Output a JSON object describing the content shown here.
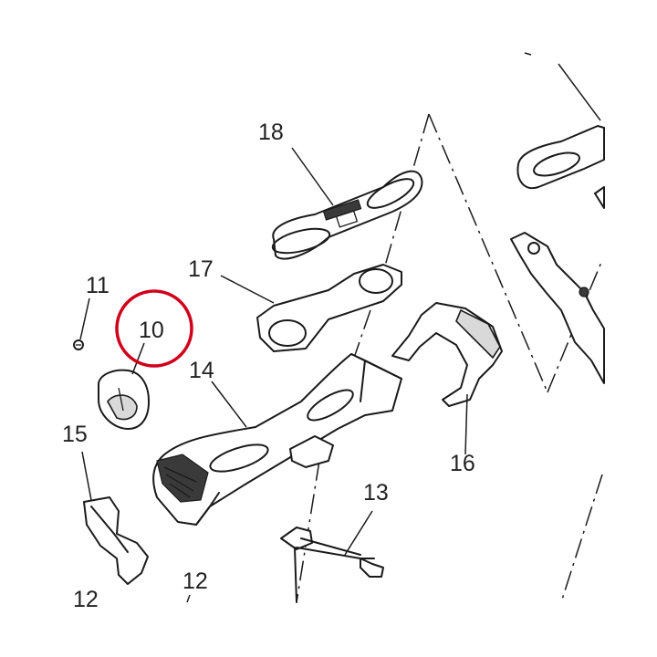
{
  "diagram": {
    "labels": {
      "p10": "10",
      "p11": "11",
      "p12a": "12",
      "p12b": "12",
      "p13": "13",
      "p14": "14",
      "p15": "15",
      "p16": "16",
      "p17": "17",
      "p18": "18"
    },
    "highlight_color": "#d0021b"
  }
}
